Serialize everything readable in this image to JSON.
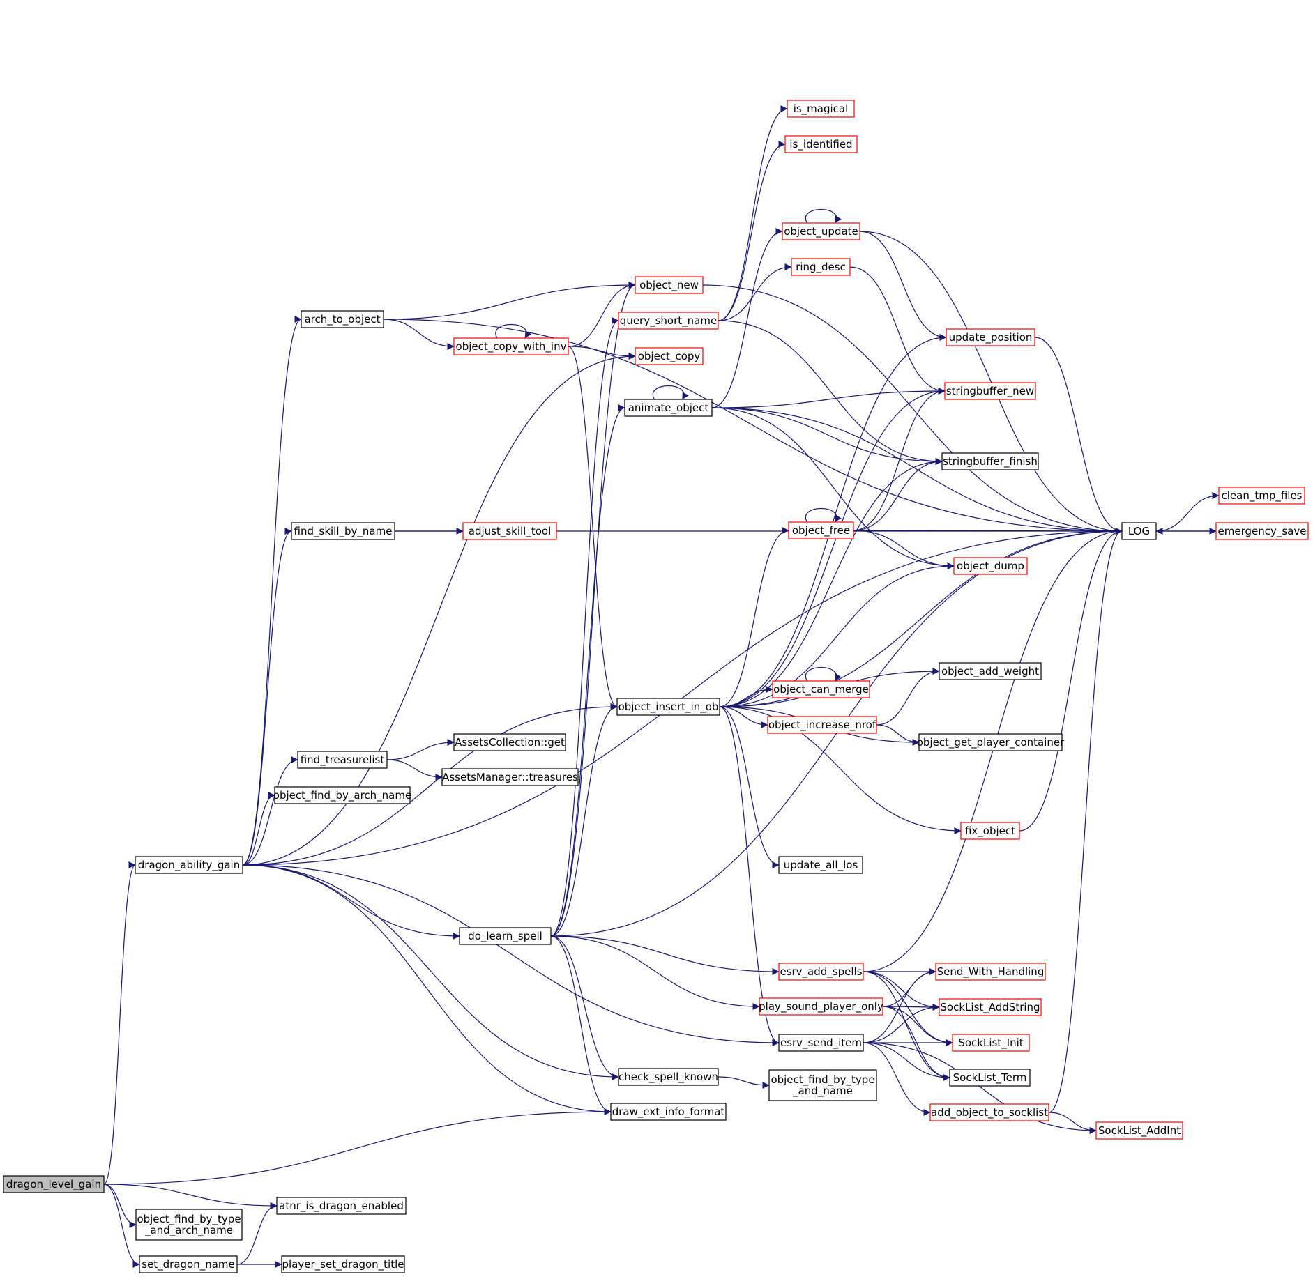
{
  "colors": {
    "edge": "#191970",
    "normal_border": "#000000",
    "truncated_border": "#ff0000",
    "root_fill": "#bfbfbf",
    "node_fill": "#ffffff",
    "text": "#000000"
  },
  "nodes": [
    {
      "id": "dragon_level_gain",
      "label": "dragon_level_gain",
      "style": "root"
    },
    {
      "id": "object_find_by_type_and_arch_name",
      "label": "object_find_by_type\n_and_arch_name",
      "style": "normal"
    },
    {
      "id": "set_dragon_name",
      "label": "set_dragon_name",
      "style": "normal"
    },
    {
      "id": "atnr_is_dragon_enabled",
      "label": "atnr_is_dragon_enabled",
      "style": "normal"
    },
    {
      "id": "player_set_dragon_title",
      "label": "player_set_dragon_title",
      "style": "normal"
    },
    {
      "id": "dragon_ability_gain",
      "label": "dragon_ability_gain",
      "style": "normal"
    },
    {
      "id": "arch_to_object",
      "label": "arch_to_object",
      "style": "normal"
    },
    {
      "id": "find_skill_by_name",
      "label": "find_skill_by_name",
      "style": "normal"
    },
    {
      "id": "find_treasurelist",
      "label": "find_treasurelist",
      "style": "normal"
    },
    {
      "id": "object_find_by_arch_name",
      "label": "object_find_by_arch_name",
      "style": "normal"
    },
    {
      "id": "adjust_skill_tool",
      "label": "adjust_skill_tool",
      "style": "truncated"
    },
    {
      "id": "assets_get",
      "label": "AssetsCollection::get",
      "style": "normal"
    },
    {
      "id": "assets_treasures",
      "label": "AssetsManager::treasures",
      "style": "normal"
    },
    {
      "id": "object_copy_with_inv",
      "label": "object_copy_with_inv",
      "style": "truncated"
    },
    {
      "id": "object_new",
      "label": "object_new",
      "style": "truncated"
    },
    {
      "id": "object_copy",
      "label": "object_copy",
      "style": "truncated"
    },
    {
      "id": "query_short_name",
      "label": "query_short_name",
      "style": "truncated"
    },
    {
      "id": "animate_object",
      "label": "animate_object",
      "style": "normal"
    },
    {
      "id": "object_insert_in_ob",
      "label": "object_insert_in_ob",
      "style": "normal"
    },
    {
      "id": "do_learn_spell",
      "label": "do_learn_spell",
      "style": "normal"
    },
    {
      "id": "check_spell_known",
      "label": "check_spell_known",
      "style": "normal"
    },
    {
      "id": "draw_ext_info_format",
      "label": "draw_ext_info_format",
      "style": "normal"
    },
    {
      "id": "object_find_by_type_and_name",
      "label": "object_find_by_type\n_and_name",
      "style": "normal"
    },
    {
      "id": "is_magical",
      "label": "is_magical",
      "style": "truncated"
    },
    {
      "id": "is_identified",
      "label": "is_identified",
      "style": "truncated"
    },
    {
      "id": "object_update",
      "label": "object_update",
      "style": "truncated"
    },
    {
      "id": "ring_desc",
      "label": "ring_desc",
      "style": "truncated"
    },
    {
      "id": "object_free",
      "label": "object_free",
      "style": "truncated"
    },
    {
      "id": "object_can_merge",
      "label": "object_can_merge",
      "style": "truncated"
    },
    {
      "id": "object_increase_nrof",
      "label": "object_increase_nrof",
      "style": "truncated"
    },
    {
      "id": "update_all_los",
      "label": "update_all_los",
      "style": "normal"
    },
    {
      "id": "fix_object",
      "label": "fix_object",
      "style": "truncated"
    },
    {
      "id": "esrv_add_spells",
      "label": "esrv_add_spells",
      "style": "truncated"
    },
    {
      "id": "play_sound_player_only",
      "label": "play_sound_player_only",
      "style": "truncated"
    },
    {
      "id": "esrv_send_item",
      "label": "esrv_send_item",
      "style": "normal"
    },
    {
      "id": "add_object_to_socklist",
      "label": "add_object_to_socklist",
      "style": "truncated"
    },
    {
      "id": "update_position",
      "label": "update_position",
      "style": "truncated"
    },
    {
      "id": "stringbuffer_new",
      "label": "stringbuffer_new",
      "style": "truncated"
    },
    {
      "id": "stringbuffer_finish",
      "label": "stringbuffer_finish",
      "style": "normal"
    },
    {
      "id": "object_dump",
      "label": "object_dump",
      "style": "truncated"
    },
    {
      "id": "object_add_weight",
      "label": "object_add_weight",
      "style": "normal"
    },
    {
      "id": "object_get_player_container",
      "label": "object_get_player_container",
      "style": "normal"
    },
    {
      "id": "send_with_handling",
      "label": "Send_With_Handling",
      "style": "truncated"
    },
    {
      "id": "socklist_addstring",
      "label": "SockList_AddString",
      "style": "truncated"
    },
    {
      "id": "socklist_init",
      "label": "SockList_Init",
      "style": "truncated"
    },
    {
      "id": "socklist_term",
      "label": "SockList_Term",
      "style": "normal"
    },
    {
      "id": "socklist_addint",
      "label": "SockList_AddInt",
      "style": "truncated"
    },
    {
      "id": "log",
      "label": "LOG",
      "style": "normal"
    },
    {
      "id": "clean_tmp_files",
      "label": "clean_tmp_files",
      "style": "truncated"
    },
    {
      "id": "emergency_save",
      "label": "emergency_save",
      "style": "truncated"
    }
  ],
  "edges": [
    [
      "dragon_level_gain",
      "dragon_ability_gain"
    ],
    [
      "dragon_level_gain",
      "draw_ext_info_format"
    ],
    [
      "dragon_level_gain",
      "atnr_is_dragon_enabled"
    ],
    [
      "dragon_level_gain",
      "object_find_by_type_and_arch_name"
    ],
    [
      "dragon_level_gain",
      "set_dragon_name"
    ],
    [
      "set_dragon_name",
      "atnr_is_dragon_enabled"
    ],
    [
      "set_dragon_name",
      "player_set_dragon_title"
    ],
    [
      "dragon_ability_gain",
      "arch_to_object"
    ],
    [
      "dragon_ability_gain",
      "find_skill_by_name"
    ],
    [
      "dragon_ability_gain",
      "find_treasurelist"
    ],
    [
      "dragon_ability_gain",
      "object_find_by_arch_name"
    ],
    [
      "dragon_ability_gain",
      "object_copy"
    ],
    [
      "dragon_ability_gain",
      "object_insert_in_ob"
    ],
    [
      "dragon_ability_gain",
      "log"
    ],
    [
      "dragon_ability_gain",
      "do_learn_spell"
    ],
    [
      "dragon_ability_gain",
      "esrv_send_item"
    ],
    [
      "dragon_ability_gain",
      "check_spell_known"
    ],
    [
      "dragon_ability_gain",
      "draw_ext_info_format"
    ],
    [
      "arch_to_object",
      "log"
    ],
    [
      "arch_to_object",
      "object_new"
    ],
    [
      "arch_to_object",
      "object_copy_with_inv"
    ],
    [
      "find_skill_by_name",
      "log"
    ],
    [
      "find_skill_by_name",
      "adjust_skill_tool"
    ],
    [
      "find_treasurelist",
      "assets_get"
    ],
    [
      "find_treasurelist",
      "assets_treasures"
    ],
    [
      "object_copy_with_inv",
      "object_copy_with_inv"
    ],
    [
      "object_copy_with_inv",
      "object_new"
    ],
    [
      "object_copy_with_inv",
      "object_copy"
    ],
    [
      "object_copy_with_inv",
      "object_insert_in_ob"
    ],
    [
      "object_new",
      "log"
    ],
    [
      "query_short_name",
      "ring_desc"
    ],
    [
      "query_short_name",
      "is_magical"
    ],
    [
      "query_short_name",
      "is_identified"
    ],
    [
      "query_short_name",
      "stringbuffer_finish"
    ],
    [
      "animate_object",
      "animate_object"
    ],
    [
      "animate_object",
      "object_update"
    ],
    [
      "animate_object",
      "log"
    ],
    [
      "animate_object",
      "stringbuffer_new"
    ],
    [
      "animate_object",
      "stringbuffer_finish"
    ],
    [
      "animate_object",
      "object_dump"
    ],
    [
      "object_update",
      "object_update"
    ],
    [
      "object_update",
      "update_position"
    ],
    [
      "object_update",
      "log"
    ],
    [
      "ring_desc",
      "stringbuffer_new"
    ],
    [
      "update_position",
      "log"
    ],
    [
      "object_insert_in_ob",
      "update_position"
    ],
    [
      "object_insert_in_ob",
      "stringbuffer_new"
    ],
    [
      "object_insert_in_ob",
      "stringbuffer_finish"
    ],
    [
      "object_insert_in_ob",
      "object_free"
    ],
    [
      "object_insert_in_ob",
      "object_dump"
    ],
    [
      "object_insert_in_ob",
      "object_add_weight"
    ],
    [
      "object_insert_in_ob",
      "object_can_merge"
    ],
    [
      "object_insert_in_ob",
      "object_increase_nrof"
    ],
    [
      "object_insert_in_ob",
      "object_get_player_container"
    ],
    [
      "object_insert_in_ob",
      "log"
    ],
    [
      "object_insert_in_ob",
      "fix_object"
    ],
    [
      "object_insert_in_ob",
      "update_all_los"
    ],
    [
      "object_insert_in_ob",
      "esrv_send_item"
    ],
    [
      "object_free",
      "object_free"
    ],
    [
      "object_free",
      "stringbuffer_new"
    ],
    [
      "object_free",
      "stringbuffer_finish"
    ],
    [
      "object_free",
      "log"
    ],
    [
      "object_free",
      "object_dump"
    ],
    [
      "object_can_merge",
      "object_can_merge"
    ],
    [
      "object_increase_nrof",
      "object_add_weight"
    ],
    [
      "object_increase_nrof",
      "object_get_player_container"
    ],
    [
      "fix_object",
      "log"
    ],
    [
      "do_learn_spell",
      "object_new"
    ],
    [
      "do_learn_spell",
      "query_short_name"
    ],
    [
      "do_learn_spell",
      "animate_object"
    ],
    [
      "do_learn_spell",
      "object_insert_in_ob"
    ],
    [
      "do_learn_spell",
      "log"
    ],
    [
      "do_learn_spell",
      "esrv_add_spells"
    ],
    [
      "do_learn_spell",
      "play_sound_player_only"
    ],
    [
      "do_learn_spell",
      "check_spell_known"
    ],
    [
      "do_learn_spell",
      "draw_ext_info_format"
    ],
    [
      "check_spell_known",
      "object_find_by_type_and_name"
    ],
    [
      "esrv_add_spells",
      "log"
    ],
    [
      "esrv_add_spells",
      "send_with_handling"
    ],
    [
      "esrv_add_spells",
      "socklist_addstring"
    ],
    [
      "esrv_add_spells",
      "socklist_init"
    ],
    [
      "esrv_add_spells",
      "socklist_term"
    ],
    [
      "play_sound_player_only",
      "send_with_handling"
    ],
    [
      "play_sound_player_only",
      "socklist_addstring"
    ],
    [
      "play_sound_player_only",
      "socklist_init"
    ],
    [
      "play_sound_player_only",
      "socklist_term"
    ],
    [
      "esrv_send_item",
      "send_with_handling"
    ],
    [
      "esrv_send_item",
      "socklist_addstring"
    ],
    [
      "esrv_send_item",
      "socklist_init"
    ],
    [
      "esrv_send_item",
      "socklist_term"
    ],
    [
      "esrv_send_item",
      "add_object_to_socklist"
    ],
    [
      "esrv_send_item",
      "socklist_addint"
    ],
    [
      "add_object_to_socklist",
      "log"
    ],
    [
      "add_object_to_socklist",
      "socklist_addint"
    ],
    [
      "log",
      "clean_tmp_files"
    ],
    [
      "log",
      "emergency_save"
    ],
    [
      "emergency_save",
      "log"
    ]
  ]
}
